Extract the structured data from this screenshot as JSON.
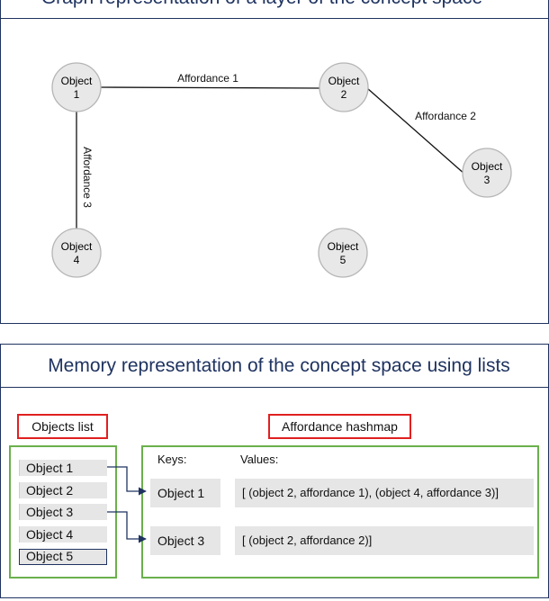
{
  "graph": {
    "title": "Graph representation of a layer of the concept space",
    "nodes": [
      {
        "id": "object-1",
        "label_top": "Object",
        "label_bottom": "1"
      },
      {
        "id": "object-2",
        "label_top": "Object",
        "label_bottom": "2"
      },
      {
        "id": "object-3",
        "label_top": "Object",
        "label_bottom": "3"
      },
      {
        "id": "object-4",
        "label_top": "Object",
        "label_bottom": "4"
      },
      {
        "id": "object-5",
        "label_top": "Object",
        "label_bottom": "5"
      }
    ],
    "edges": [
      {
        "from": "object-1",
        "to": "object-2",
        "label": "Affordance 1"
      },
      {
        "from": "object-2",
        "to": "object-3",
        "label": "Affordance 2"
      },
      {
        "from": "object-1",
        "to": "object-4",
        "label": "Affordance 3"
      }
    ],
    "colors": {
      "node_fill": "#e8e8e8",
      "node_stroke": "#b5b5b5",
      "edge": "#111111"
    }
  },
  "memory": {
    "title": "Memory representation of the concept space using lists",
    "objects_list": {
      "label": "Objects list",
      "items": [
        "Object 1",
        "Object 2",
        "Object 3",
        "Object 4",
        "Object 5"
      ]
    },
    "hashmap": {
      "label": "Affordance hashmap",
      "keys_header": "Keys:",
      "values_header": "Values:",
      "rows": [
        {
          "key": "Object 1",
          "value": "[ (object 2, affordance 1), (object 4, affordance 3)]"
        },
        {
          "key": "Object 3",
          "value": "[ (object 2, affordance 2)]"
        }
      ]
    },
    "colors": {
      "frame": "#1f3360",
      "label_border": "#e02020",
      "box_border": "#6ab04c",
      "cell_fill": "#e6e6e6",
      "arrow": "#1f3360"
    }
  }
}
